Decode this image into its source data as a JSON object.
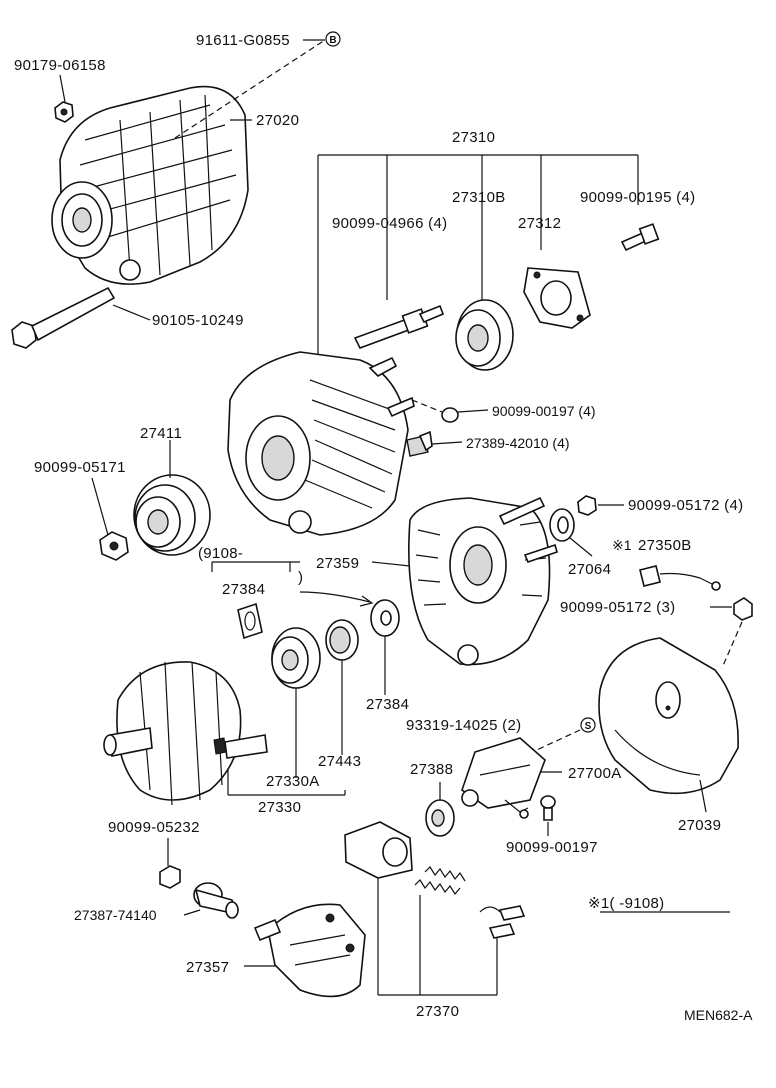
{
  "labels": {
    "p91611": "91611-G0855",
    "p90179": "90179-06158",
    "p27020": "27020",
    "p90105": "90105-10249",
    "p27310": "27310",
    "p27310b": "27310B",
    "p90099_00195": "90099-00195 (4)",
    "p90099_04966": "90099-04966 (4)",
    "p27312": "27312",
    "p90099_00197a": "90099-00197 (4)",
    "p27389": "27389-42010 (4)",
    "p27411": "27411",
    "p90099_05171": "90099-05171",
    "p90099_05172a": "90099-05172 (4)",
    "p9108": "(9108-",
    "p9108_close": ")",
    "p27359": "27359",
    "p27064": "27064",
    "p27350b_mark": "※1",
    "p27350b": "27350B",
    "p27384a": "27384",
    "p90099_05172b": "90099-05172 (3)",
    "p27384b": "27384",
    "p93319": "93319-14025 (2)",
    "p27443": "27443",
    "p27330a": "27330A",
    "p27330": "27330",
    "p27388": "27388",
    "p27700a": "27700A",
    "p27039": "27039",
    "p90099_05232": "90099-05232",
    "p90099_00197b": "90099-00197",
    "p27387": "27387-74140",
    "p27357": "27357",
    "p27370": "27370",
    "footnote": "※1(       -9108)",
    "code": "MEN682-A"
  },
  "marks": {
    "b": "B",
    "s": "S"
  }
}
